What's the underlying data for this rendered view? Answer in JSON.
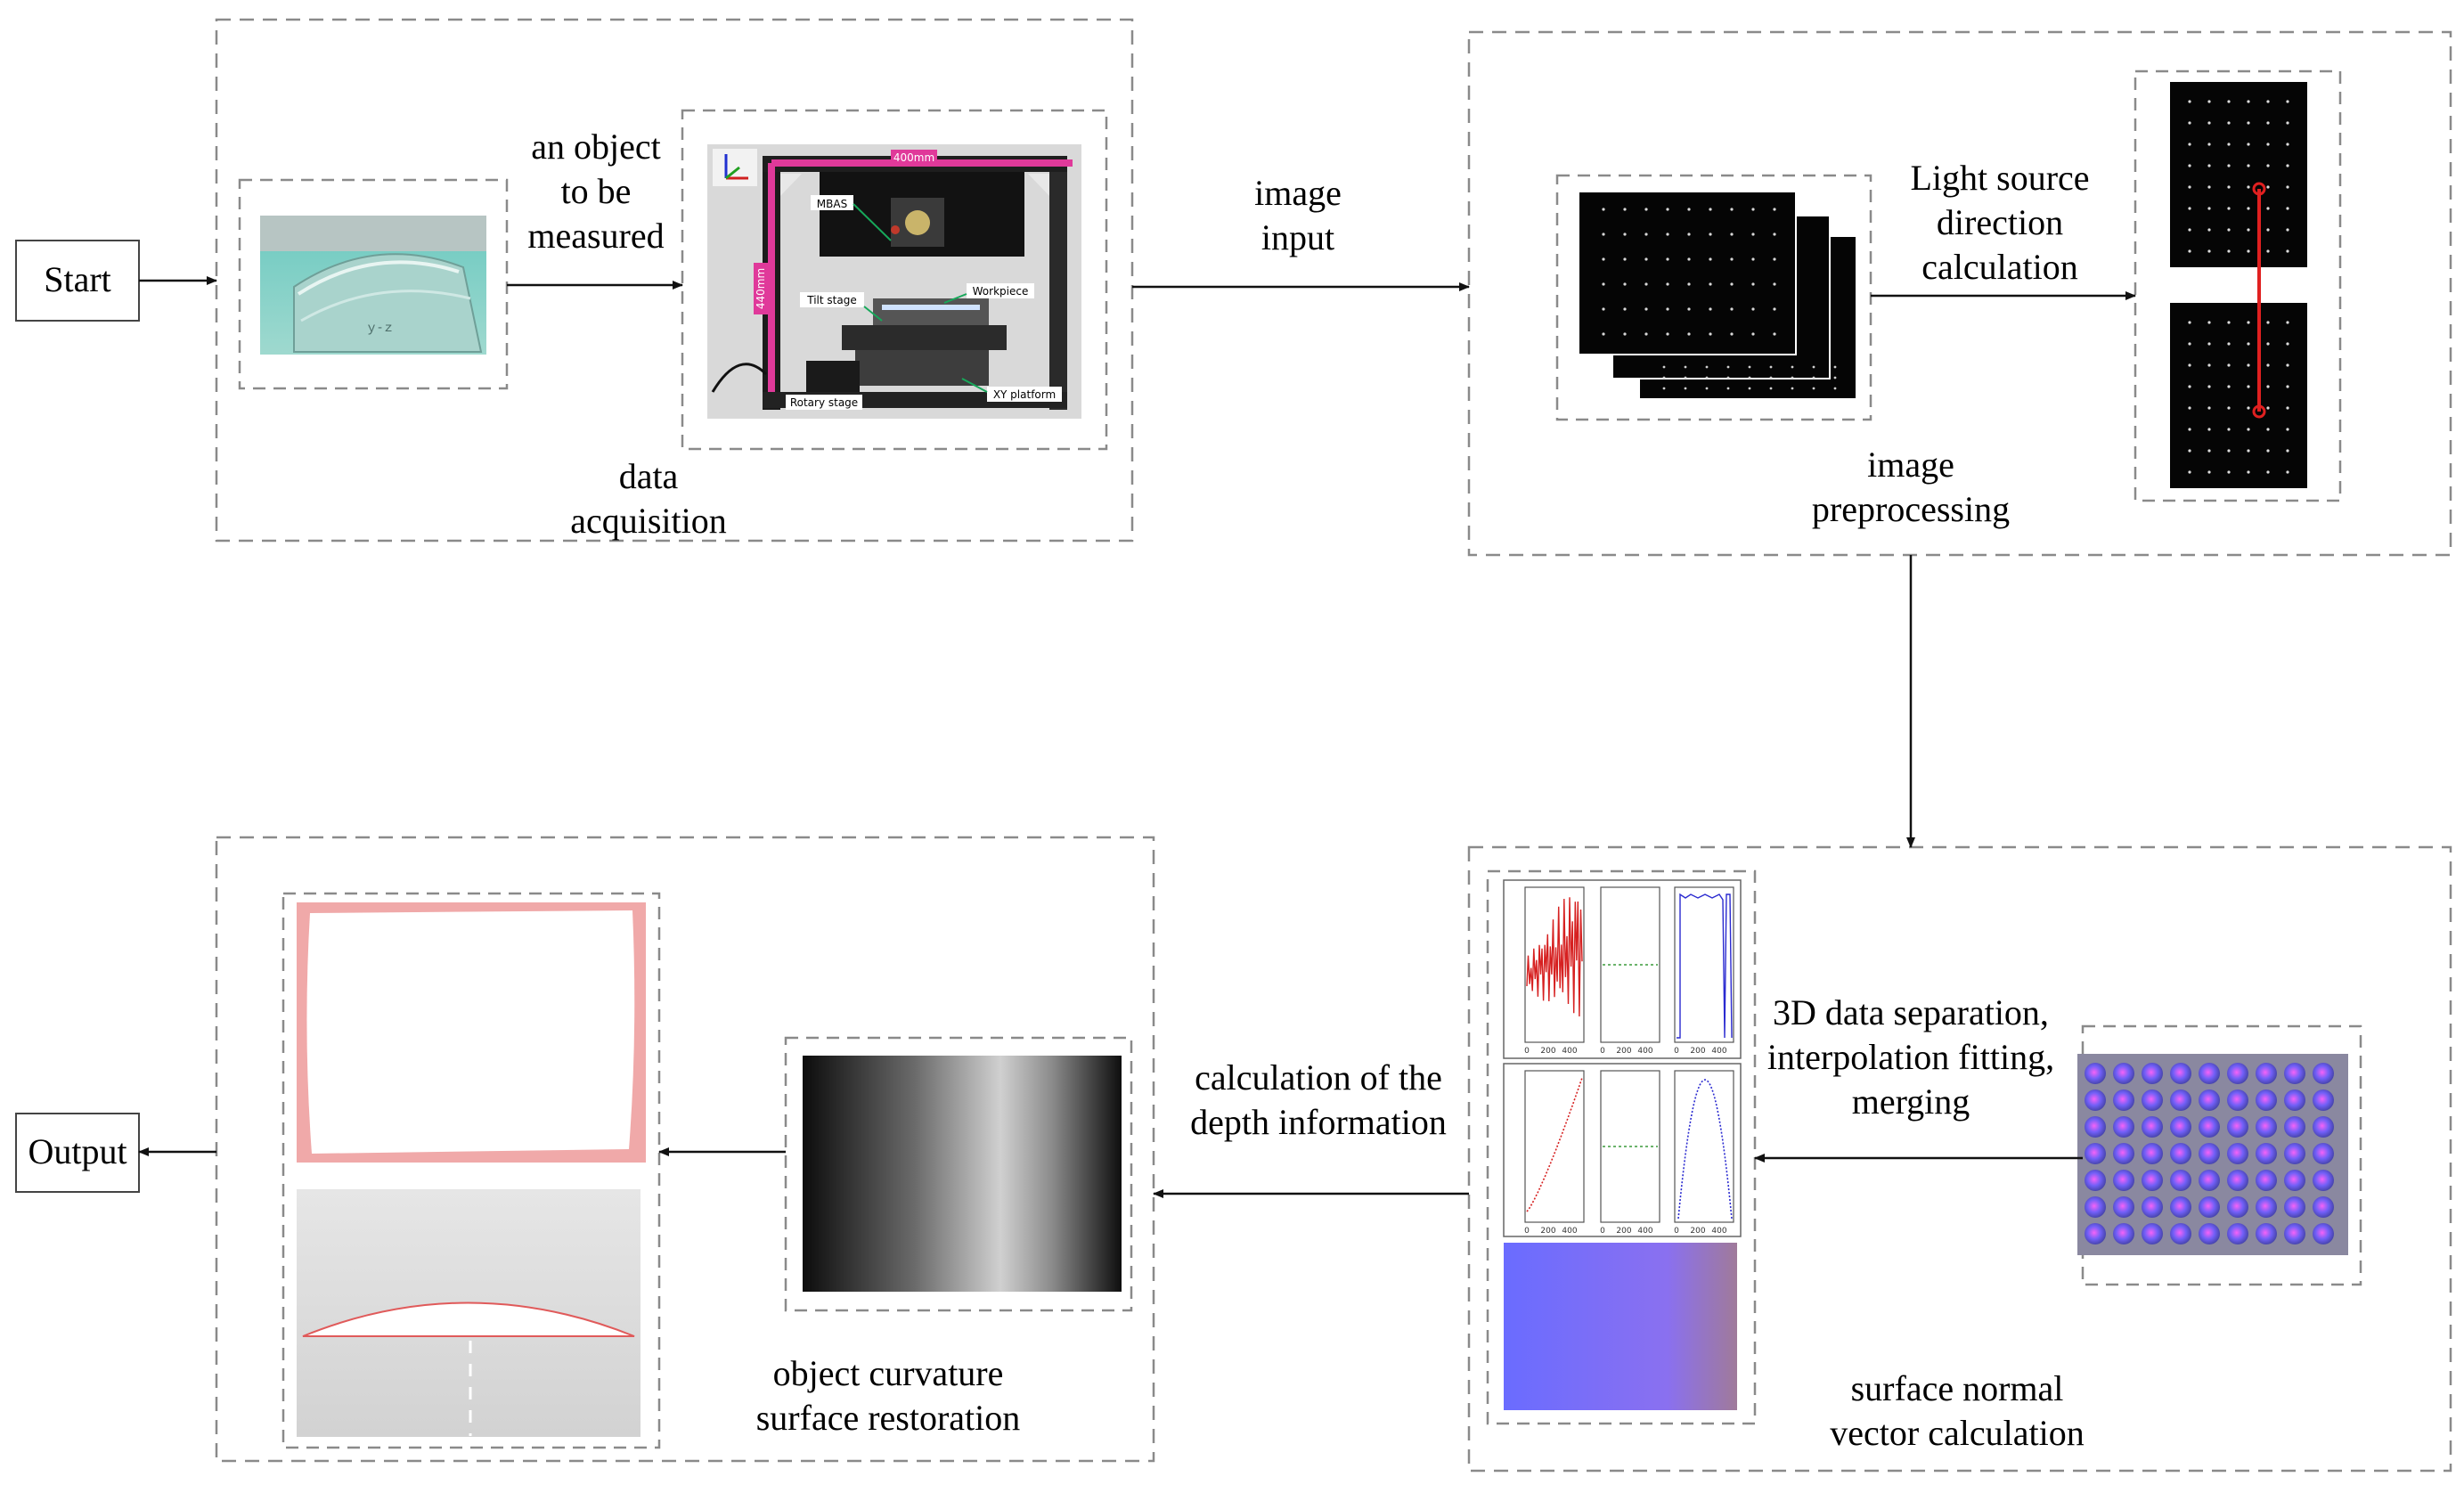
{
  "nodes": {
    "start": "Start",
    "output": "Output"
  },
  "labels": {
    "object_line1": "an object",
    "object_line2": "to be",
    "object_line3": "measured",
    "acquisition_line1": "data",
    "acquisition_line2": "acquisition",
    "image_input_line1": "image",
    "image_input_line2": "input",
    "light_line1": "Light source",
    "light_line2": "direction",
    "light_line3": "calculation",
    "preprocess_line1": "image",
    "preprocess_line2": "preprocessing",
    "separation_line1": "3D data separation,",
    "separation_line2": "interpolation fitting,",
    "separation_line3": "merging",
    "normal_line1": "surface normal",
    "normal_line2": "vector calculation",
    "depth_line1": "calculation of the",
    "depth_line2": "depth information",
    "restoration_line1": "object curvature",
    "restoration_line2": "surface restoration"
  },
  "rig_labels": {
    "width": "400mm",
    "height": "440mm",
    "mbas": "MBAS",
    "tilt": "Tilt stage",
    "workpiece": "Workpiece",
    "rotary": "Rotary stage",
    "xy": "XY platform"
  },
  "plot_ticks": {
    "t0": "0",
    "t200": "200",
    "t400": "400"
  },
  "colors": {
    "dash": "#8a8a8a",
    "arrow": "#111111",
    "magenta": "#e0399a",
    "red_plot": "#d62020",
    "blue_plot": "#2a2ad0",
    "laser": "#e02020"
  }
}
